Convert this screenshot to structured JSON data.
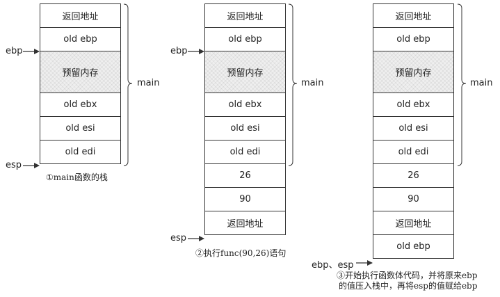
{
  "diagram1": {
    "cells": [
      "返回地址",
      "old ebp",
      "预留内存",
      "old ebx",
      "old esi",
      "old edi"
    ],
    "ebp_label": "ebp",
    "esp_label": "esp",
    "brace_label": "main",
    "caption": "①main函数的栈"
  },
  "diagram2": {
    "cells": [
      "返回地址",
      "old ebp",
      "预留内存",
      "old ebx",
      "old esi",
      "old edi",
      "26",
      "90",
      "返回地址"
    ],
    "ebp_label": "ebp",
    "esp_label": "esp",
    "brace_label": "main",
    "caption": "②执行func(90,26)语句"
  },
  "diagram3": {
    "cells": [
      "返回地址",
      "old ebp",
      "预留内存",
      "old ebx",
      "old esi",
      "old edi",
      "26",
      "90",
      "返回地址",
      "old ebp"
    ],
    "ebp_esp_label": "ebp、esp",
    "brace_label": "main",
    "caption_line1": "③开始执行函数体代码，并将原来ebp",
    "caption_line2": "的值压入栈中，再将esp的值赋给ebp"
  }
}
